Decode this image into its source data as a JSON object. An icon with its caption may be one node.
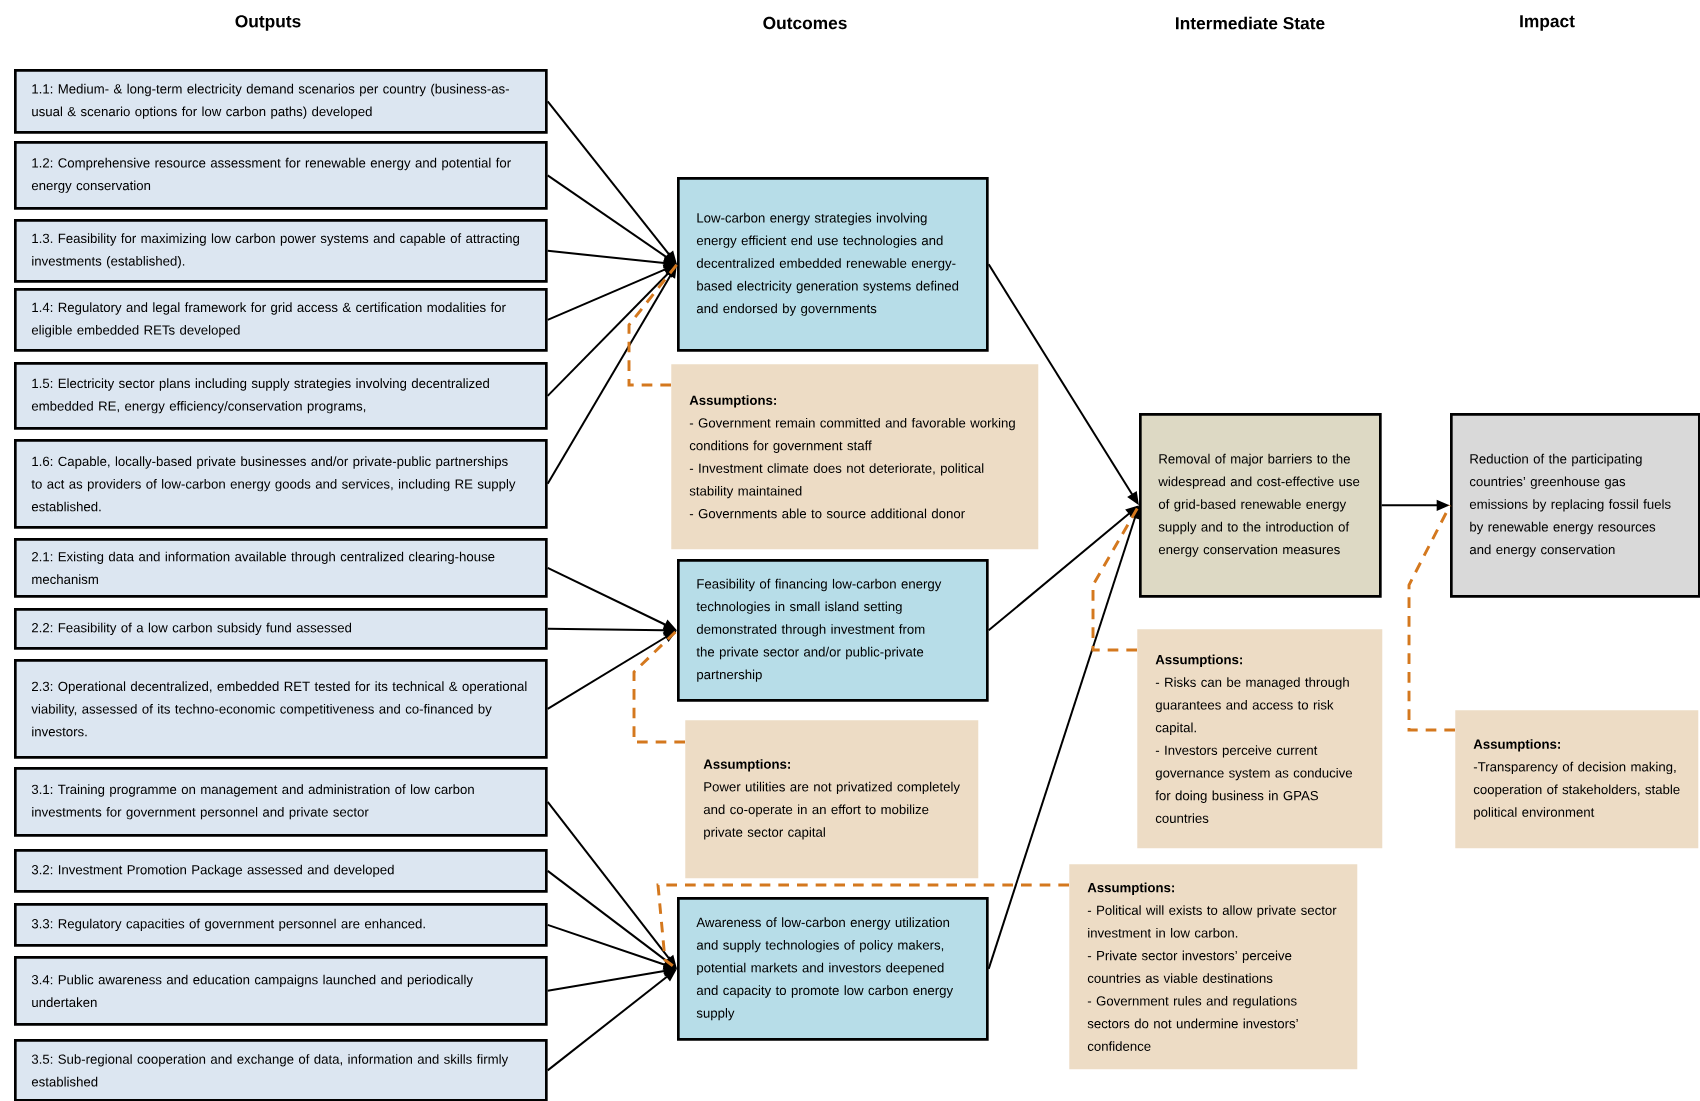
{
  "diagram": {
    "nodes": [
      {
        "text": [
          "1.1: Medium- & long-term electricity demand scenarios per country (business-as-usual & scenario options for low carbon paths) developed"
        ]
      },
      {
        "text": [
          "1.2: Comprehensive resource assessment for renewable energy and potential for energy conservation"
        ]
      },
      {
        "text": [
          "1.3. Feasibility for maximizing low carbon power systems and capable of attracting investments (established)."
        ]
      },
      {
        "text": [
          "1.4: Regulatory and legal framework for grid access & certification modalities for eligible embedded RETs developed"
        ]
      },
      {
        "text": [
          "1.5: Electricity sector plans including supply strategies involving decentralized embedded RE, energy efficiency/conservation programs,"
        ]
      },
      {
        "text": [
          "1.6: Capable, locally-based private businesses and/or private-public partnerships to act as providers of low-carbon energy goods and services, including RE supply established."
        ]
      },
      {
        "text": [
          "2.1: Existing data and information available through centralized clearing-house mechanism"
        ]
      },
      {
        "text": [
          "2.2: Feasibility of a low carbon subsidy fund assessed"
        ]
      },
      {
        "text": [
          "2.3: Operational decentralized, embedded RET tested for its technical & operational viability, assessed of its techno-economic competitiveness and co-financed by investors."
        ]
      },
      {
        "text": [
          "3.1: Training programme on management and administration of low carbon investments for government personnel and private sector"
        ]
      },
      {
        "text": [
          "3.2: Investment Promotion Package assessed and developed"
        ]
      },
      {
        "text": [
          "3.3: Regulatory capacities of government personnel are enhanced."
        ]
      },
      {
        "text": [
          "3.4: Public awareness and education campaigns launched and periodically undertaken"
        ]
      },
      {
        "text": [
          "3.5: Sub-regional cooperation and exchange of data, information and skills firmly established"
        ]
      },
      {
        "text": [
          "Low-carbon energy strategies involving energy efficient end use technologies and decentralized embedded renewable energy-based electricity generation systems defined and endorsed by governments"
        ]
      },
      {
        "text": [
          "Assumptions:",
          "- Government remain committed and favorable working conditions for government staff",
          "- Investment climate does not deteriorate, political stability maintained",
          "- Governments able to source additional donor"
        ]
      },
      {
        "text": [
          "Feasibility of financing low-carbon energy technologies in small island setting demonstrated through investment from the private sector and/or public-private partnership"
        ]
      },
      {
        "text": [
          "Assumptions:",
          "Power utilities are not privatized completely and co-operate in an effort to mobilize private sector capital"
        ]
      },
      {
        "text": [
          "Awareness of low-carbon energy utilization and supply technologies of policy makers, potential markets and investors deepened and capacity to promote low carbon energy supply"
        ]
      },
      {
        "text": [
          "Removal of major barriers to the widespread and cost-effective use of grid-based renewable energy supply and to the introduction of energy conservation measures"
        ]
      },
      {
        "text": [
          "Assumptions:",
          "- Risks can be managed through guarantees and access to risk capital.",
          "- Investors perceive current governance system as conducive for doing business in GPAS countries"
        ]
      },
      {
        "text": [
          "Assumptions:",
          "- Political will exists to allow private sector investment in low carbon.",
          "- Private sector investors’ perceive countries as viable destinations",
          "- Government rules and regulations sectors do not undermine investors’ confidence"
        ]
      },
      {
        "text": [
          "Reduction of the participating countries’ greenhouse gas emissions by replacing fossil fuels by renewable energy resources and energy conservation"
        ]
      },
      {
        "text": [
          "Assumptions:",
          "-Transparency of decision making, cooperation of stakeholders, stable political environment"
        ]
      }
    ],
    "edges": [
      {
        "from": 0,
        "to": 14,
        "arrow": "to"
      },
      {
        "from": 1,
        "to": 14,
        "arrow": "to"
      },
      {
        "from": 2,
        "to": 14,
        "arrow": "to"
      },
      {
        "from": 3,
        "to": 14,
        "arrow": "to"
      },
      {
        "from": 4,
        "to": 14,
        "arrow": "to"
      },
      {
        "from": 5,
        "to": 14,
        "arrow": "to"
      },
      {
        "from": 6,
        "to": 16,
        "arrow": "to"
      },
      {
        "from": 7,
        "to": 16,
        "arrow": "to"
      },
      {
        "from": 8,
        "to": 16,
        "arrow": "to"
      },
      {
        "from": 9,
        "to": 18,
        "arrow": "to"
      },
      {
        "from": 10,
        "to": 18,
        "arrow": "to"
      },
      {
        "from": 11,
        "to": 18,
        "arrow": "to"
      },
      {
        "from": 12,
        "to": 18,
        "arrow": "to"
      },
      {
        "from": 13,
        "to": 18,
        "arrow": "to"
      },
      {
        "from": 14,
        "to": 19,
        "arrow": "to"
      },
      {
        "from": 16,
        "to": 19,
        "arrow": "to"
      },
      {
        "from": 18,
        "to": 19,
        "arrow": "to"
      },
      {
        "from": 19,
        "to": 22,
        "arrow": "to"
      },
      {
        "from": 15,
        "to": 14,
        "arrow": "none",
        "style": "dashed",
        "color": "#d4781e"
      },
      {
        "from": 17,
        "to": 16,
        "arrow": "none",
        "style": "dashed",
        "color": "#d4781e"
      },
      {
        "from": 21,
        "to": 18,
        "arrow": "none",
        "style": "dashed",
        "color": "#d4781e"
      },
      {
        "from": 20,
        "to": 19,
        "arrow": "none",
        "style": "dashed",
        "color": "#d4781e"
      },
      {
        "from": 23,
        "to": 22,
        "arrow": "none",
        "style": "dashed",
        "color": "#d4781e"
      }
    ],
    "labels": [
      "Outputs",
      "Outcomes",
      "Intermediate State",
      "Impact"
    ]
  }
}
